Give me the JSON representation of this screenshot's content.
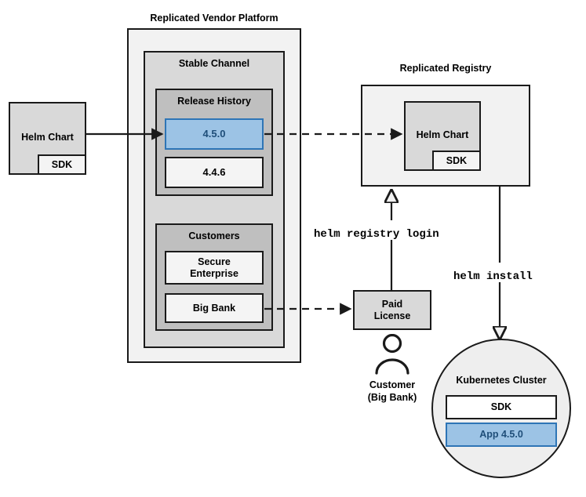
{
  "diagram": {
    "title_vendor_platform": "Replicated Vendor Platform",
    "title_registry": "Replicated Registry",
    "groups": {
      "stable_channel": "Stable Channel",
      "release_history": "Release History",
      "customers": "Customers"
    },
    "nodes": {
      "source_helm_chart": "Helm Chart",
      "source_sdk": "SDK",
      "release_current": "4.5.0",
      "release_previous": "4.4.6",
      "customer_secure_enterprise": "Secure\nEnterprise",
      "customer_secure_enterprise_line1": "Secure",
      "customer_secure_enterprise_line2": "Enterprise",
      "customer_big_bank": "Big Bank",
      "registry_helm_chart": "Helm Chart",
      "registry_sdk": "SDK",
      "paid_license_line1": "Paid",
      "paid_license_line2": "License",
      "cluster_title": "Kubernetes Cluster",
      "cluster_sdk": "SDK",
      "cluster_app": "App 4.5.0"
    },
    "actor": {
      "label_line1": "Customer",
      "label_line2": "(Big Bank)"
    },
    "commands": {
      "registry_login": "helm registry login",
      "install": "helm install"
    },
    "colors": {
      "accent_fill": "#9cc3e5",
      "accent_border": "#2e75b6",
      "accent_text": "#1f4e79",
      "outline": "#1a1a1a",
      "container_light": "#f2f2f2",
      "container_mid": "#d9d9d9",
      "container_group": "#bfbfbf",
      "node_white": "#f4f4f4",
      "circle_fill": "#eeeeee"
    }
  }
}
